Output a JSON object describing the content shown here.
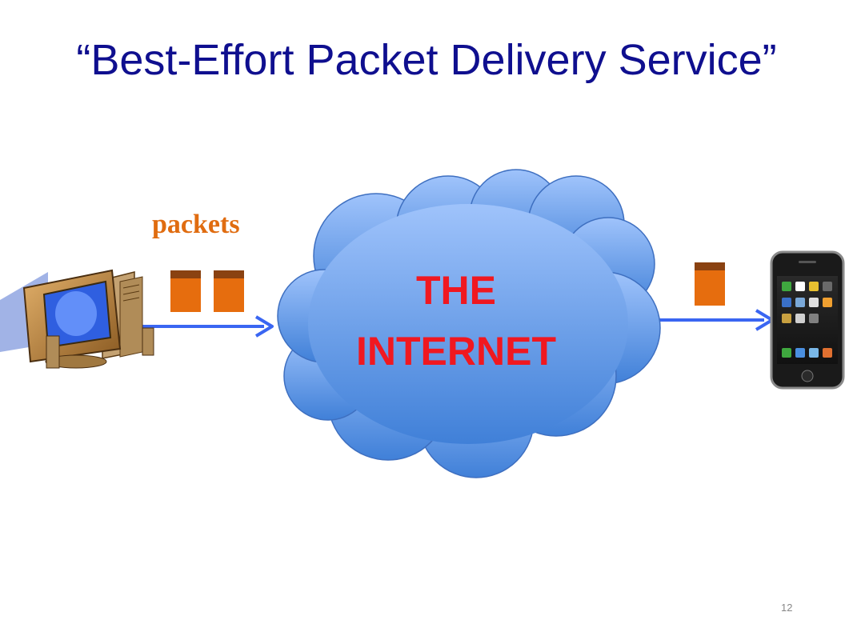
{
  "slide": {
    "title": "“Best-Effort Packet Delivery Service”",
    "page_number": "12"
  },
  "diagram": {
    "packets_label": "packets",
    "cloud_line1": "THE",
    "cloud_line2": "INTERNET",
    "nodes": [
      {
        "id": "sender",
        "icon": "desktop-computer-icon"
      },
      {
        "id": "network",
        "icon": "cloud-icon"
      },
      {
        "id": "receiver",
        "icon": "smartphone-icon"
      }
    ],
    "edges": [
      {
        "from": "sender",
        "to": "network"
      },
      {
        "from": "network",
        "to": "receiver"
      }
    ],
    "colors": {
      "title": "#0f0f8f",
      "packets_label": "#e06c10",
      "packet_body": "#e66d0e",
      "packet_header": "#8a4211",
      "arrow": "#3a66f2",
      "cloud_top": "#9fc3fb",
      "cloud_bottom": "#4080d8",
      "cloud_text": "#f01820"
    }
  }
}
